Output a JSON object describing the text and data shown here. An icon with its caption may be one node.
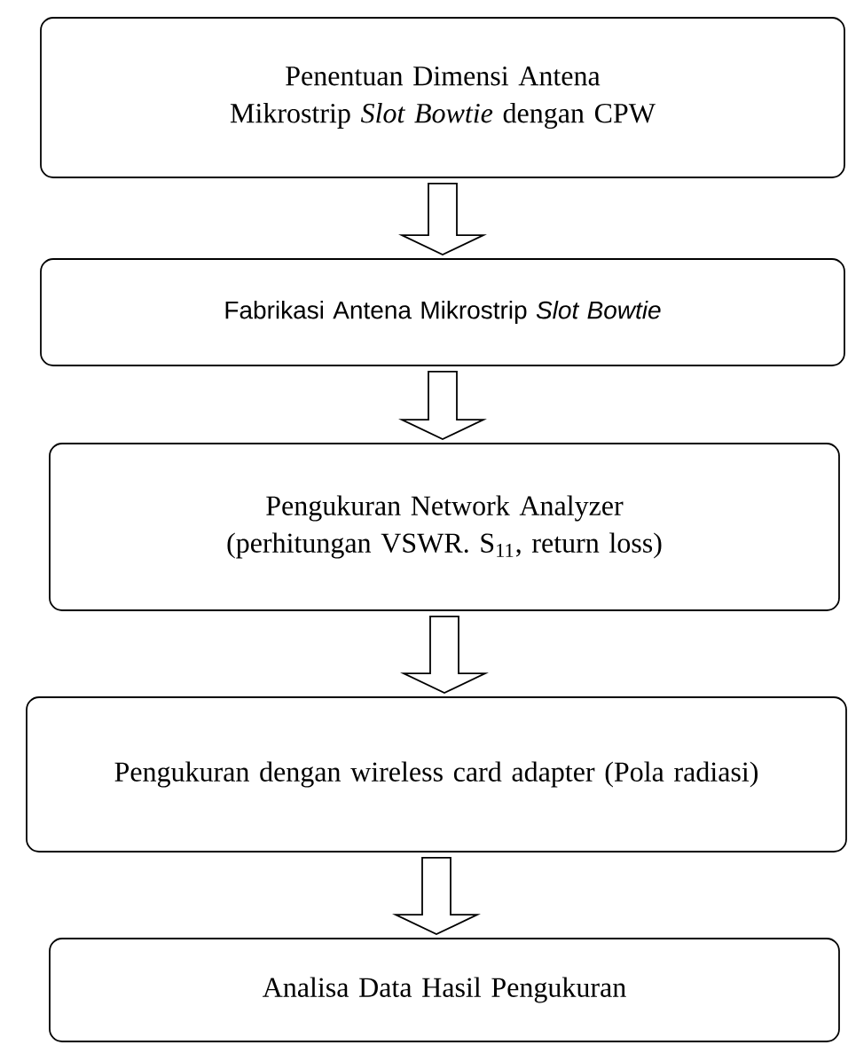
{
  "diagram": {
    "nodes": [
      {
        "text": [
          "Penentuan Dimensi Antena Mikrostrip *Slot Bowtie* dengan CPW"
        ]
      },
      {
        "text": [
          "Fabrikasi Antena Mikrostrip *Slot Bowtie*"
        ]
      },
      {
        "text": [
          "Pengukuran  Network Analyzer (perhitungan VSWR.  S$_{11}$, return loss)"
        ]
      },
      {
        "text": [
          "Pengukuran dengan wireless card adapter (Pola radiasi)"
        ]
      },
      {
        "text": [
          "Analisa Data Hasil  Pengukuran"
        ]
      }
    ],
    "edges": [
      {
        "from": 0,
        "to": 1,
        "arrow": "to"
      },
      {
        "from": 1,
        "to": 2,
        "arrow": "to"
      },
      {
        "from": 2,
        "to": 3,
        "arrow": "to"
      },
      {
        "from": 3,
        "to": 4,
        "arrow": "to"
      }
    ]
  }
}
